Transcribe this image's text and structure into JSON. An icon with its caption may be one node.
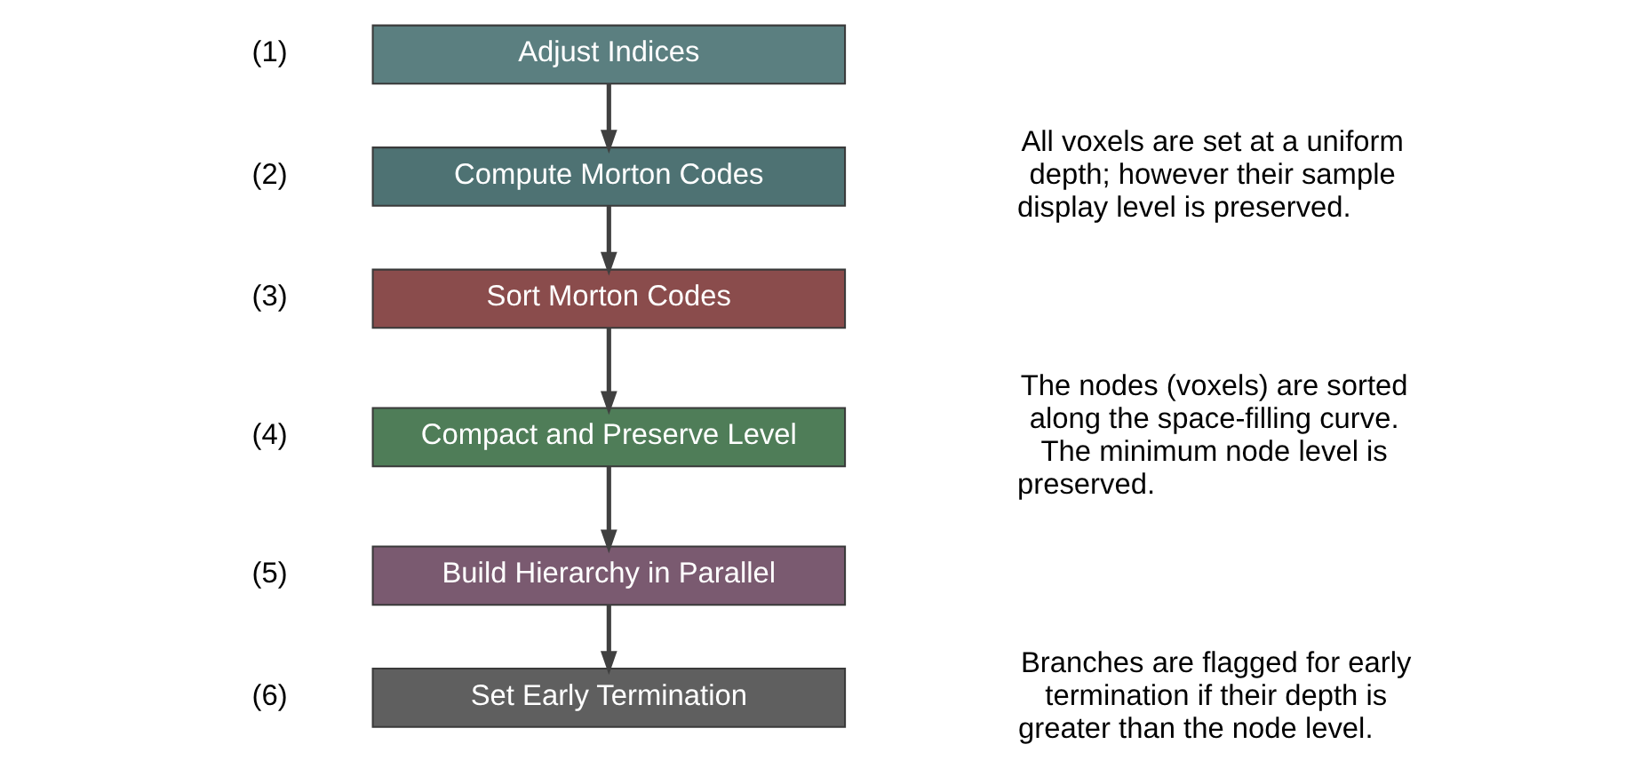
{
  "diagram": {
    "nodes": [
      {
        "text": [
          "Adjust Indices"
        ],
        "beside": [
          "(1)"
        ]
      },
      {
        "text": [
          "Compute Morton Codes"
        ],
        "beside": [
          "(2)"
        ]
      },
      {
        "text": [
          "Sort Morton Codes"
        ],
        "beside": [
          "(3)"
        ]
      },
      {
        "text": [
          "Compact and Preserve Level"
        ],
        "beside": [
          "(4)"
        ]
      },
      {
        "text": [
          "Build Hierarchy in Parallel"
        ],
        "beside": [
          "(5)"
        ]
      },
      {
        "text": [
          "Set Early Termination"
        ],
        "beside": [
          "(6)"
        ]
      }
    ],
    "edges": [
      {
        "from": 0,
        "to": 1,
        "arrow": "to"
      },
      {
        "from": 1,
        "to": 2,
        "arrow": "to"
      },
      {
        "from": 2,
        "to": 3,
        "arrow": "to"
      },
      {
        "from": 3,
        "to": 4,
        "arrow": "to"
      },
      {
        "from": 4,
        "to": 5,
        "arrow": "to"
      }
    ],
    "labels": [
      "All voxels are set at a uniform depth; however their sample display level is preserved.",
      "The nodes (voxels) are sorted along the space-filling curve. The minimum node level is preserved.",
      "Branches are flagged for early termination if their depth is greater than the node level."
    ]
  }
}
